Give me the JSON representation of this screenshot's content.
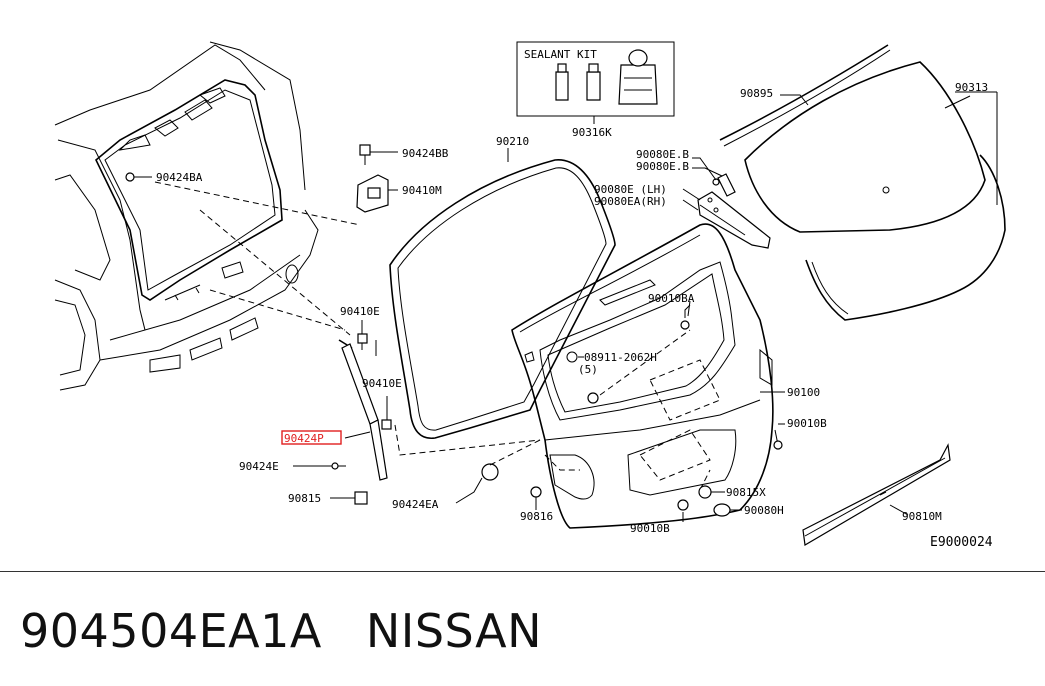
{
  "diagram": {
    "sealant_kit_title": "SEALANT KIT",
    "figure_code": "E9000024",
    "labels": {
      "l90424BA": "90424BA",
      "l90424BB": "90424BB",
      "l90410M": "90410M",
      "l90410E_top": "90410E",
      "l90410E_mid": "90410E",
      "l90424P": "90424P",
      "l90424E": "90424E",
      "l90815": "90815",
      "l90424EA": "90424EA",
      "l90210": "90210",
      "l90316K": "90316K",
      "l90895": "90895",
      "l90313": "90313",
      "l90080EB_1": "90080E.B",
      "l90080EB_2": "90080E.B",
      "l90080E_LH": "90080E (LH)",
      "l90080EA_RH": "90080EA(RH)",
      "l90010BA": "90010BA",
      "l08911": "08911-2062H",
      "l08911_qty": "(5)",
      "l90100": "90100",
      "l90010B_right": "90010B",
      "l90815X": "90815X",
      "l90080H": "90080H",
      "l90010B_bottom": "90010B",
      "l90816": "90816",
      "l90810M": "90810M"
    },
    "highlight_color": "#e02020"
  },
  "footer": {
    "part_number": "904504EA1A",
    "brand": "NISSAN"
  }
}
